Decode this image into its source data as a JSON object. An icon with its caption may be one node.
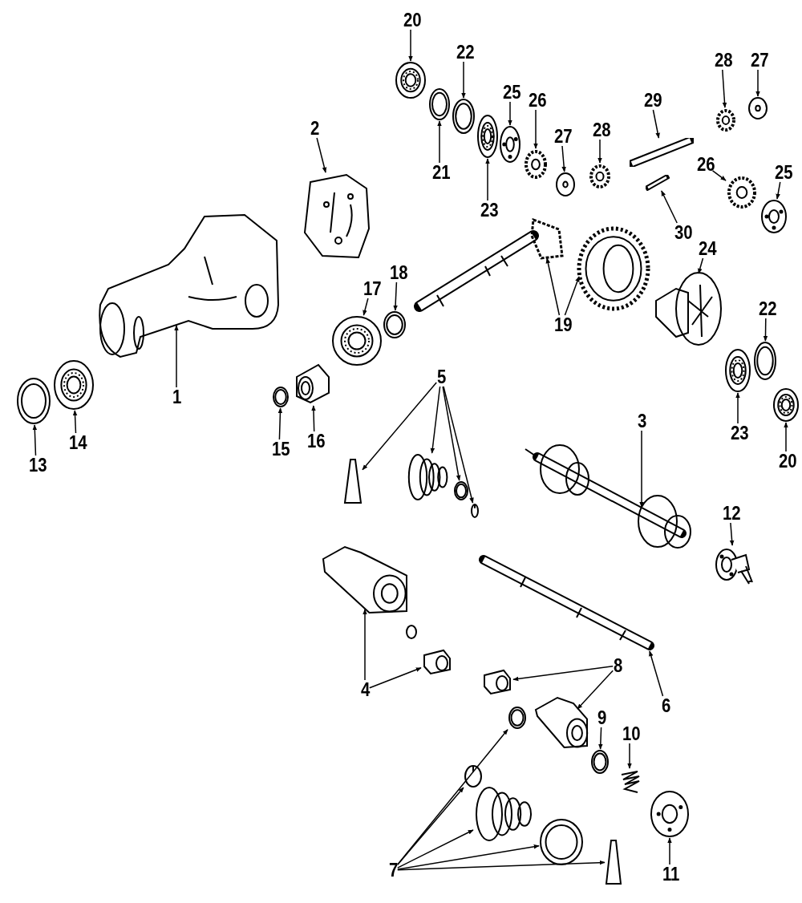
{
  "diagram": {
    "nodes": [
      {
        "text": [
          "20"
        ]
      },
      {
        "text": [],
        "shape": "picture"
      },
      {
        "text": [
          "22"
        ]
      },
      {
        "text": [],
        "shape": "picture"
      },
      {
        "text": [
          "21"
        ]
      },
      {
        "text": [],
        "shape": "picture"
      },
      {
        "text": [
          "23"
        ]
      },
      {
        "text": [],
        "shape": "picture"
      },
      {
        "text": [
          "25"
        ]
      },
      {
        "text": [],
        "shape": "picture"
      },
      {
        "text": [
          "26"
        ]
      },
      {
        "text": [],
        "shape": "picture"
      },
      {
        "text": [
          "27"
        ]
      },
      {
        "text": [],
        "shape": "picture"
      },
      {
        "text": [
          "28"
        ]
      },
      {
        "text": [],
        "shape": "picture"
      },
      {
        "text": [
          "29"
        ]
      },
      {
        "text": [],
        "shape": "picture"
      },
      {
        "text": [
          "30"
        ]
      },
      {
        "text": [],
        "shape": "picture"
      },
      {
        "text": [
          "28"
        ]
      },
      {
        "text": [],
        "shape": "picture"
      },
      {
        "text": [
          "27"
        ]
      },
      {
        "text": [],
        "shape": "picture"
      },
      {
        "text": [
          "26"
        ]
      },
      {
        "text": [],
        "shape": "picture"
      },
      {
        "text": [
          "25"
        ]
      },
      {
        "text": [],
        "shape": "picture"
      },
      {
        "text": [
          "2"
        ]
      },
      {
        "text": [],
        "shape": "picture"
      },
      {
        "text": [
          "1"
        ]
      },
      {
        "text": [],
        "shape": "picture"
      },
      {
        "text": [
          "18"
        ]
      },
      {
        "text": [],
        "shape": "picture"
      },
      {
        "text": [
          "17"
        ]
      },
      {
        "text": [],
        "shape": "picture"
      },
      {
        "text": [
          "19"
        ]
      },
      {
        "text": [],
        "shape": "picture"
      },
      {
        "text": [],
        "shape": "picture"
      },
      {
        "text": [
          "24"
        ]
      },
      {
        "text": [],
        "shape": "picture"
      },
      {
        "text": [
          "22"
        ]
      },
      {
        "text": [],
        "shape": "picture"
      },
      {
        "text": [
          "23"
        ]
      },
      {
        "text": [],
        "shape": "picture"
      },
      {
        "text": [
          "20"
        ]
      },
      {
        "text": [],
        "shape": "picture"
      },
      {
        "text": [
          "13"
        ]
      },
      {
        "text": [],
        "shape": "picture"
      },
      {
        "text": [
          "14"
        ]
      },
      {
        "text": [],
        "shape": "picture"
      },
      {
        "text": [
          "15"
        ]
      },
      {
        "text": [],
        "shape": "picture"
      },
      {
        "text": [
          "16"
        ]
      },
      {
        "text": [],
        "shape": "picture"
      },
      {
        "text": [
          "5"
        ]
      },
      {
        "text": [],
        "shape": "picture"
      },
      {
        "text": [],
        "shape": "picture"
      },
      {
        "text": [],
        "shape": "picture"
      },
      {
        "text": [],
        "shape": "picture"
      },
      {
        "text": [
          "3"
        ]
      },
      {
        "text": [],
        "shape": "picture"
      },
      {
        "text": [
          "12"
        ]
      },
      {
        "text": [],
        "shape": "picture"
      },
      {
        "text": [
          "4"
        ]
      },
      {
        "text": [],
        "shape": "picture"
      },
      {
        "text": [],
        "shape": "picture"
      },
      {
        "text": [
          "8"
        ]
      },
      {
        "text": [],
        "shape": "picture"
      },
      {
        "text": [],
        "shape": "picture"
      },
      {
        "text": [
          "6"
        ]
      },
      {
        "text": [],
        "shape": "picture"
      },
      {
        "text": [
          "9"
        ]
      },
      {
        "text": [],
        "shape": "picture"
      },
      {
        "text": [
          "10"
        ]
      },
      {
        "text": [],
        "shape": "picture"
      },
      {
        "text": [
          "7"
        ]
      },
      {
        "text": [],
        "shape": "picture"
      },
      {
        "text": [],
        "shape": "picture"
      },
      {
        "text": [],
        "shape": "picture"
      },
      {
        "text": [],
        "shape": "picture"
      },
      {
        "text": [],
        "shape": "picture"
      },
      {
        "text": [
          "11"
        ]
      },
      {
        "text": [],
        "shape": "picture"
      }
    ],
    "edges": [
      {
        "from": 0,
        "to": 1,
        "arrow": "to"
      },
      {
        "from": 2,
        "to": 3,
        "arrow": "to"
      },
      {
        "from": 4,
        "to": 5,
        "arrow": "to"
      },
      {
        "from": 6,
        "to": 7,
        "arrow": "to"
      },
      {
        "from": 8,
        "to": 9,
        "arrow": "to"
      },
      {
        "from": 10,
        "to": 11,
        "arrow": "to"
      },
      {
        "from": 12,
        "to": 13,
        "arrow": "to"
      },
      {
        "from": 14,
        "to": 15,
        "arrow": "to"
      },
      {
        "from": 16,
        "to": 17,
        "arrow": "to"
      },
      {
        "from": 18,
        "to": 19,
        "arrow": "to"
      },
      {
        "from": 20,
        "to": 21,
        "arrow": "to"
      },
      {
        "from": 22,
        "to": 23,
        "arrow": "to"
      },
      {
        "from": 24,
        "to": 25,
        "arrow": "to"
      },
      {
        "from": 26,
        "to": 27,
        "arrow": "to"
      },
      {
        "from": 28,
        "to": 29,
        "arrow": "to"
      },
      {
        "from": 30,
        "to": 31,
        "arrow": "to"
      },
      {
        "from": 32,
        "to": 33,
        "arrow": "to"
      },
      {
        "from": 34,
        "to": 35,
        "arrow": "to"
      },
      {
        "from": 36,
        "to": 37,
        "arrow": "to"
      },
      {
        "from": 36,
        "to": 38,
        "arrow": "to"
      },
      {
        "from": 39,
        "to": 40,
        "arrow": "to"
      },
      {
        "from": 41,
        "to": 42,
        "arrow": "to"
      },
      {
        "from": 43,
        "to": 44,
        "arrow": "to"
      },
      {
        "from": 45,
        "to": 46,
        "arrow": "to"
      },
      {
        "from": 47,
        "to": 48,
        "arrow": "to"
      },
      {
        "from": 49,
        "to": 50,
        "arrow": "to"
      },
      {
        "from": 51,
        "to": 52,
        "arrow": "to"
      },
      {
        "from": 53,
        "to": 54,
        "arrow": "to"
      },
      {
        "from": 55,
        "to": 56,
        "arrow": "to"
      },
      {
        "from": 55,
        "to": 57,
        "arrow": "to"
      },
      {
        "from": 55,
        "to": 58,
        "arrow": "to"
      },
      {
        "from": 55,
        "to": 59,
        "arrow": "to"
      },
      {
        "from": 60,
        "to": 61,
        "arrow": "to"
      },
      {
        "from": 62,
        "to": 63,
        "arrow": "to"
      },
      {
        "from": 64,
        "to": 65,
        "arrow": "to"
      },
      {
        "from": 64,
        "to": 66,
        "arrow": "to"
      },
      {
        "from": 67,
        "to": 68,
        "arrow": "to"
      },
      {
        "from": 67,
        "to": 69,
        "arrow": "to"
      },
      {
        "from": 70,
        "to": 71,
        "arrow": "to"
      },
      {
        "from": 72,
        "to": 73,
        "arrow": "to"
      },
      {
        "from": 74,
        "to": 75,
        "arrow": "to"
      },
      {
        "from": 76,
        "to": 77,
        "arrow": "to"
      },
      {
        "from": 76,
        "to": 78,
        "arrow": "to"
      },
      {
        "from": 76,
        "to": 79,
        "arrow": "to"
      },
      {
        "from": 76,
        "to": 80,
        "arrow": "to"
      },
      {
        "from": 76,
        "to": 81,
        "arrow": "to"
      },
      {
        "from": 82,
        "to": 83,
        "arrow": "to"
      }
    ]
  }
}
